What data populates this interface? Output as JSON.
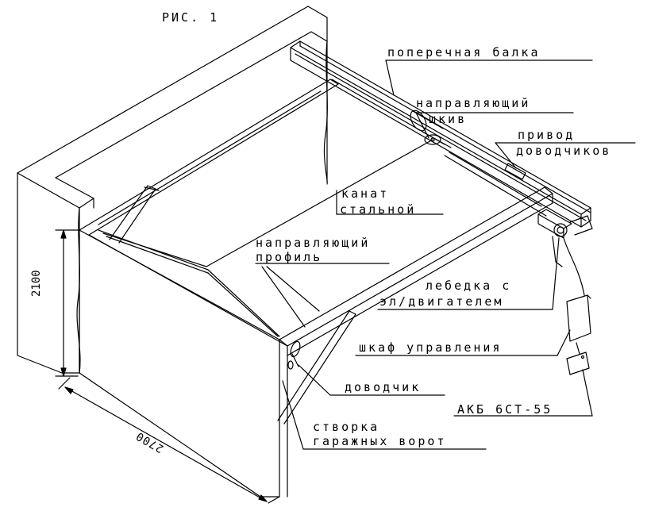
{
  "figure": {
    "title": "РИС. 1",
    "line_color": "#000000",
    "background": "#ffffff"
  },
  "labels": {
    "cross_beam": "поперечная балка",
    "guide_pulley_1": "направляющий",
    "guide_pulley_2": "шкив",
    "drive_1": "привод",
    "drive_2": "доводчиков",
    "cable_1": "канат",
    "cable_2": "стальной",
    "guide_profile_1": "направляющий",
    "guide_profile_2": "профиль",
    "winch_1": "лебедка с",
    "winch_2": "эл/двигателем",
    "control_cabinet": "шкаф управления",
    "closer": "доводчик",
    "battery": "АКБ 6СТ-55",
    "leaf_1": "створка",
    "leaf_2": "гаражных ворот"
  },
  "dimensions": {
    "height": "2100",
    "width": "2700"
  }
}
